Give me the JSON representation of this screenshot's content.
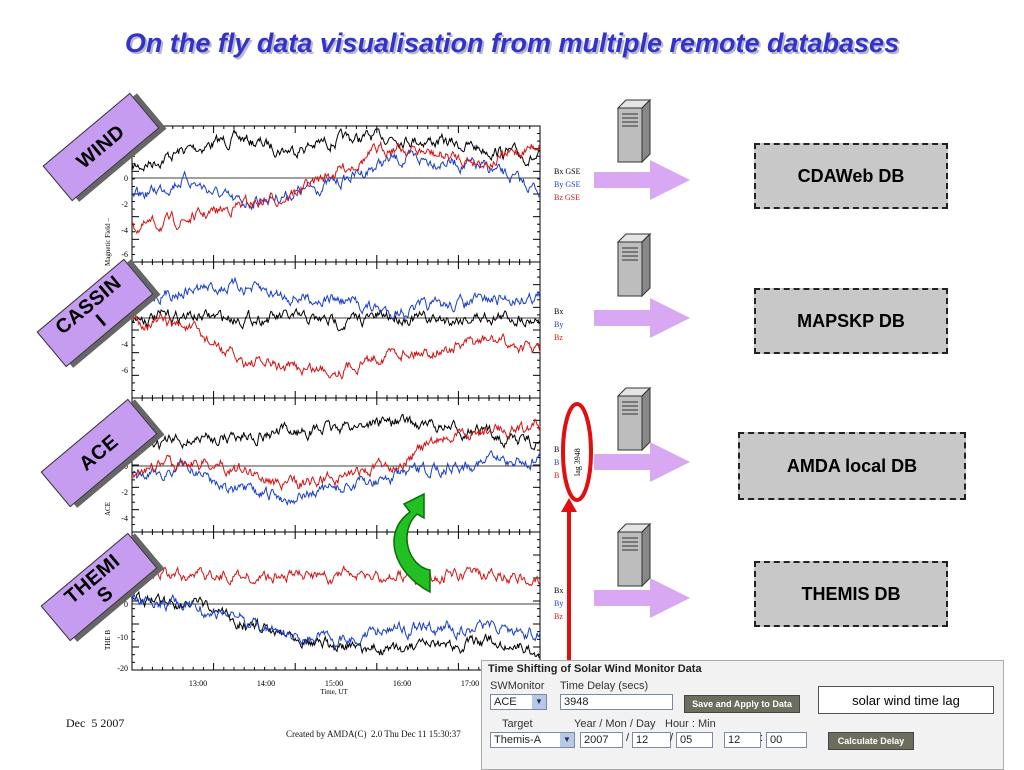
{
  "title": "On the fly data visualisation from multiple remote databases",
  "missions": [
    {
      "label": "WIND"
    },
    {
      "label": "CASSIN\nI"
    },
    {
      "label": "ACE"
    },
    {
      "label": "THEMI\nS"
    }
  ],
  "databases": [
    {
      "label": "CDAWeb DB"
    },
    {
      "label": "MAPSKP DB"
    },
    {
      "label": "AMDA local DB"
    },
    {
      "label": "THEMIS DB"
    }
  ],
  "plot": {
    "xlabel": "Time, UT",
    "xticks": [
      "13:00",
      "14:00",
      "15:00",
      "16:00",
      "17:00"
    ],
    "panels": [
      {
        "ylabel": "Magnetic Field –",
        "yticks": [
          "0",
          "-2",
          "-4",
          "-6"
        ],
        "legend": [
          "Bx GSE",
          "By GSE",
          "Bz GSE"
        ]
      },
      {
        "ylabel": "",
        "yticks": [
          "-2",
          "-4",
          "-6"
        ],
        "legend": [
          "Bx",
          "By",
          "Bz"
        ]
      },
      {
        "ylabel": "ACE",
        "yticks": [
          "0",
          "-2",
          "-4"
        ],
        "legend": [
          "B",
          "B",
          "B"
        ],
        "lag_label": "lag 3948"
      },
      {
        "ylabel": "THE B",
        "yticks": [
          "0",
          "-10",
          "-20"
        ],
        "legend": [
          "Bx",
          "By",
          "Bz"
        ]
      }
    ],
    "series_colors": {
      "bx": "#000000",
      "by": "#1a3fc8",
      "bz": "#d41414"
    }
  },
  "footer": {
    "date": "Dec  5 2007",
    "created": "Created by AMDA(C)  2.0 Thu Dec 11 15:30:37"
  },
  "tool_panel": {
    "heading": "Time Shifting of Solar Wind Monitor Data",
    "swmonitor_label": "SWMonitor",
    "swmonitor_value": "ACE",
    "delay_label": "Time Delay (secs)",
    "delay_value": "3948",
    "save_button": "Save and Apply to Data",
    "target_label": "Target",
    "target_value": "Themis-A",
    "date_label": "Year / Mon / Day",
    "year": "2007",
    "month": "12",
    "day": "05",
    "hourmin_label": "Hour : Min",
    "hour": "12",
    "minute": "00",
    "calc_button": "Calculate Delay"
  },
  "lag_caption": "solar wind time lag",
  "colors": {
    "title": "#3333cc",
    "mission_tag": "#c59cf0",
    "arrow": "#d9a8f2",
    "db_box": "#c8c8c8",
    "highlight": "#e01010",
    "shift_arrow": "#22c022"
  }
}
